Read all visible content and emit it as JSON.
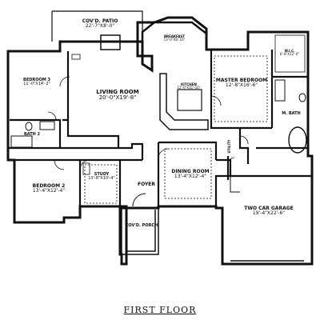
{
  "floor_title": "FIRST FLOOR",
  "rooms": {
    "patio": {
      "name": "COV'D. PATIO",
      "dims": "22'-7\"X8'-0\""
    },
    "breakfast": {
      "name": "BREAKFAST",
      "dims": "13'-0\"X8'-10\""
    },
    "bedroom3": {
      "name": "BEDROOM 3",
      "dims": "11'-0\"X14'-2\""
    },
    "living": {
      "name": "LIVING ROOM",
      "dims": "20'-0\"X19'-8\""
    },
    "kitchen": {
      "name": "KITCHEN",
      "dims": "12'-0\"X11'-10\""
    },
    "master": {
      "name": "MASTER BEDROOM",
      "dims": "12'-8\"X16'-6\""
    },
    "wic": {
      "name": "W.I.C.",
      "dims": "6'-8\"X12'-0\""
    },
    "mbath": {
      "name": "M. BATH"
    },
    "bath2": {
      "name": "BATH 2"
    },
    "utility": {
      "name": "UTILITY"
    },
    "bedroom2": {
      "name": "BEDROOM 2",
      "dims": "13'-4\"X12'-4\""
    },
    "study": {
      "name": "STUDY",
      "dims": "13'-8\"X10'-4\""
    },
    "foyer": {
      "name": "FOYER"
    },
    "dining": {
      "name": "DINING ROOM",
      "dims": "13'-4\"X12'-4\""
    },
    "porch": {
      "name": "COV'D. PORCH"
    },
    "garage": {
      "name": "TWO CAR GARAGE",
      "dims": "19'-4\"X22'-6\""
    }
  }
}
